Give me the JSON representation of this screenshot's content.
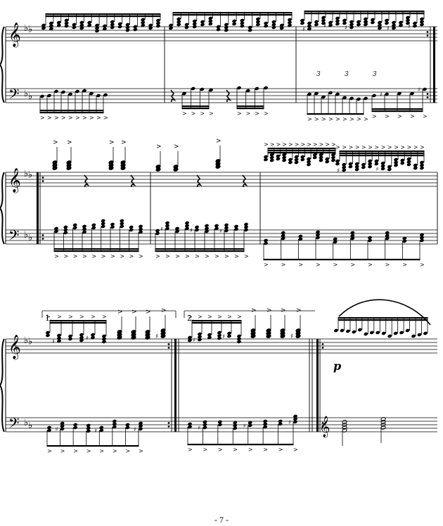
{
  "page": {
    "number_label": "- 7 -"
  },
  "notation": {
    "clefs": {
      "treble": "𝄞",
      "bass": "𝄢"
    },
    "key_signature_flat": "♭",
    "accent": ">",
    "dynamic": "p",
    "tuplet_label": "3",
    "volta_1": "1.",
    "volta_2": "2.",
    "sharp": "♯",
    "natural": "♮"
  }
}
